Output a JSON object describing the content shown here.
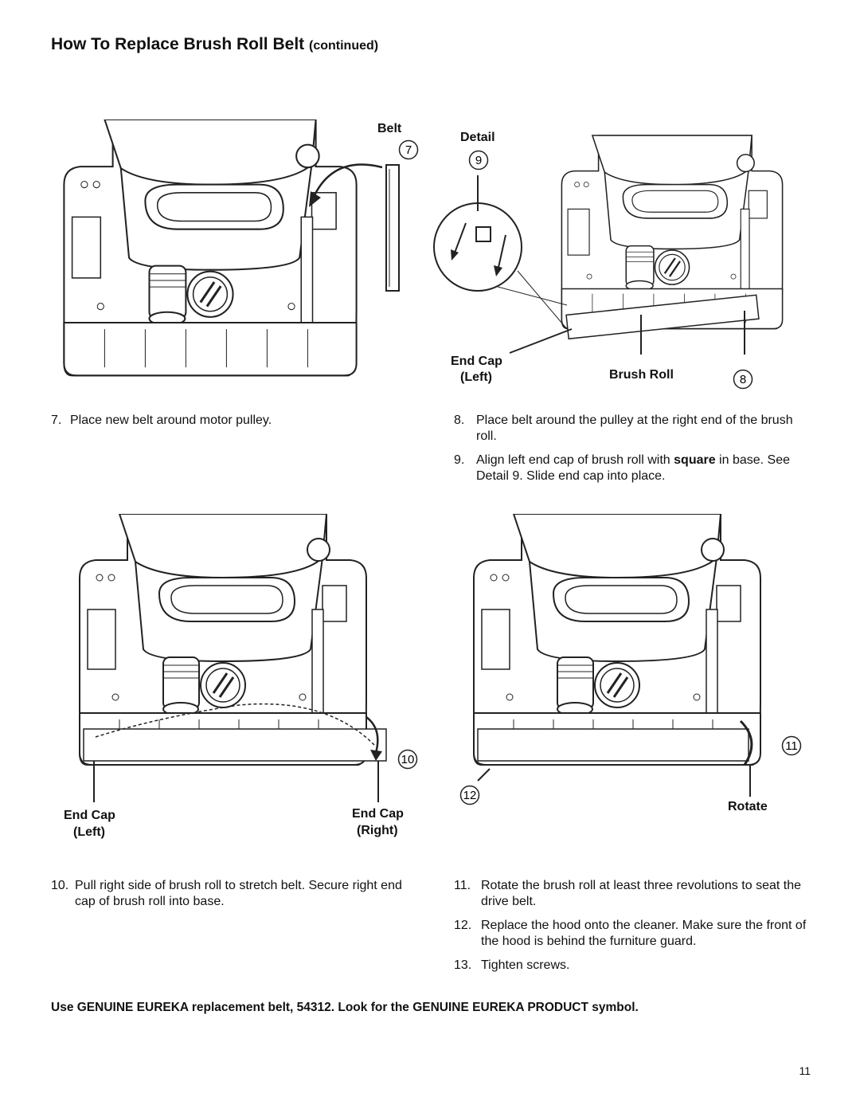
{
  "header": {
    "title": "How To Replace Brush Roll Belt",
    "title_suffix": "(continued)"
  },
  "figures": {
    "fig7": {
      "label": "Belt",
      "callout": "7"
    },
    "fig8": {
      "detail_label": "Detail",
      "detail_callout": "9",
      "endcap_label": "End Cap",
      "endcap_sub": "(Left)",
      "brushroll_label": "Brush Roll",
      "callout": "8"
    },
    "fig10": {
      "left_label": "End Cap",
      "left_sub": "(Left)",
      "right_label": "End Cap",
      "right_sub": "(Right)",
      "callout": "10"
    },
    "fig11": {
      "callout_11": "11",
      "callout_12": "12",
      "rotate_label": "Rotate"
    }
  },
  "steps": [
    {
      "num": "7.",
      "text": "Place new belt around motor pulley."
    },
    {
      "num": "8.",
      "text": "Place belt around the pulley at the right end of the brush roll."
    },
    {
      "num": "9.",
      "text_before": "Align left end cap of brush roll with ",
      "bold": "square",
      "text_after": " in base. See Detail 9. Slide end cap into place."
    },
    {
      "num": "10.",
      "text": "Pull right side of brush roll to stretch belt. Secure right end cap of brush roll into base."
    },
    {
      "num": "11.",
      "text": "Rotate the brush roll at least three revolutions to seat the drive belt."
    },
    {
      "num": "12.",
      "text": "Replace the hood onto the cleaner. Make sure the front of the hood is behind the furniture guard."
    },
    {
      "num": "13.",
      "text": "Tighten screws."
    }
  ],
  "footer": {
    "note": "Use GENUINE EUREKA replacement belt, 54312. Look for the GENUINE EUREKA PRODUCT symbol.",
    "page_number": "11"
  }
}
